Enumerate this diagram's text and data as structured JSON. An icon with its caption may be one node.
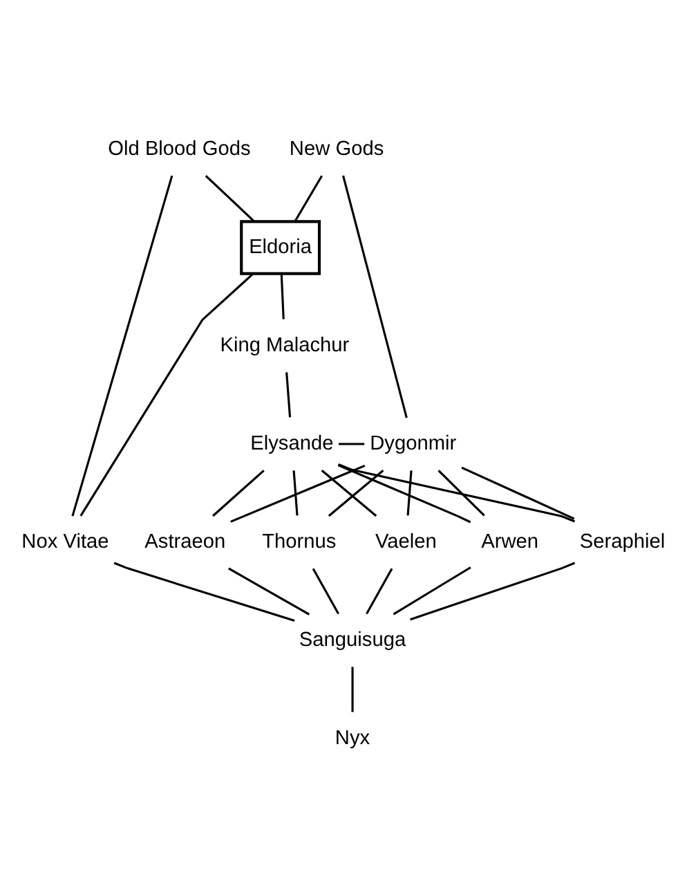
{
  "diagram": {
    "nodes": [
      {
        "text": [
          "Old Blood Gods"
        ]
      },
      {
        "text": [
          "New Gods"
        ]
      },
      {
        "text": [
          "Eldoria"
        ]
      },
      {
        "text": [
          "King Malachur"
        ]
      },
      {
        "text": [
          "Elysande"
        ]
      },
      {
        "text": [
          "Dygonmir"
        ]
      },
      {
        "text": [
          "Thornus"
        ]
      },
      {
        "text": [
          "Vaelen"
        ]
      },
      {
        "text": [
          "Arwen"
        ]
      },
      {
        "text": [
          "Seraphiel"
        ]
      },
      {
        "text": [
          "Astraeon"
        ]
      },
      {
        "text": [
          "Nox Vitae"
        ]
      },
      {
        "text": [
          "Sanguisuga"
        ]
      },
      {
        "text": [
          "Nyx"
        ]
      }
    ],
    "edges": [
      {
        "from": 0,
        "to": 2,
        "arrow": "none"
      },
      {
        "from": 1,
        "to": 2,
        "arrow": "none"
      },
      {
        "from": 0,
        "to": 11,
        "arrow": "none"
      },
      {
        "from": 2,
        "to": 11,
        "arrow": "none"
      },
      {
        "from": 2,
        "to": 3,
        "arrow": "none"
      },
      {
        "from": 3,
        "to": 4,
        "arrow": "none"
      },
      {
        "from": 1,
        "to": 5,
        "arrow": "none"
      },
      {
        "from": 4,
        "to": 5,
        "arrow": "none"
      },
      {
        "from": 4,
        "to": 6,
        "arrow": "none"
      },
      {
        "from": 5,
        "to": 6,
        "arrow": "none"
      },
      {
        "from": 4,
        "to": 7,
        "arrow": "none"
      },
      {
        "from": 5,
        "to": 7,
        "arrow": "none"
      },
      {
        "from": 4,
        "to": 8,
        "arrow": "none"
      },
      {
        "from": 5,
        "to": 8,
        "arrow": "none"
      },
      {
        "from": 4,
        "to": 9,
        "arrow": "none"
      },
      {
        "from": 5,
        "to": 9,
        "arrow": "none"
      },
      {
        "from": 4,
        "to": 10,
        "arrow": "none"
      },
      {
        "from": 5,
        "to": 10,
        "arrow": "none"
      },
      {
        "from": 11,
        "to": 12,
        "arrow": "none"
      },
      {
        "from": 6,
        "to": 12,
        "arrow": "none"
      },
      {
        "from": 7,
        "to": 12,
        "arrow": "none"
      },
      {
        "from": 8,
        "to": 12,
        "arrow": "none"
      },
      {
        "from": 9,
        "to": 12,
        "arrow": "none"
      },
      {
        "from": 10,
        "to": 12,
        "arrow": "none"
      },
      {
        "from": 12,
        "to": 13,
        "arrow": "none"
      }
    ]
  }
}
